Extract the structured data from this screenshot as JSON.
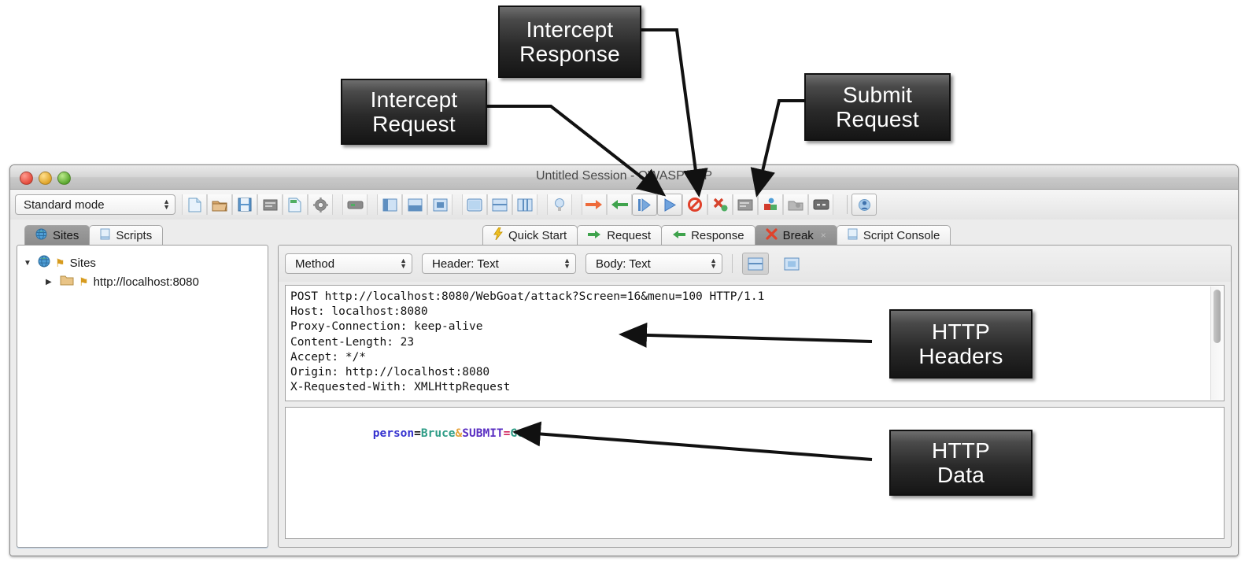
{
  "annotations": [
    {
      "id": "intercept-request",
      "lines": [
        "Intercept",
        "Request"
      ]
    },
    {
      "id": "intercept-response",
      "lines": [
        "Intercept",
        "Response"
      ]
    },
    {
      "id": "submit-request",
      "lines": [
        "Submit",
        "Request"
      ]
    },
    {
      "id": "http-headers",
      "lines": [
        "HTTP",
        "Headers"
      ]
    },
    {
      "id": "http-data",
      "lines": [
        "HTTP",
        "Data"
      ]
    }
  ],
  "window": {
    "title": "Untitled Session - OWASP ZAP",
    "traffic_lights": [
      "close-button",
      "minimize-button",
      "zoom-button"
    ]
  },
  "toolbar": {
    "mode": {
      "value": "Standard mode",
      "stepper": "⌃⌄"
    },
    "buttons": [
      {
        "name": "new-session-icon",
        "title": "New Session"
      },
      {
        "name": "open-session-icon",
        "title": "Open Session"
      },
      {
        "name": "save-session-icon",
        "title": "Save Session"
      },
      {
        "name": "session-properties-icon",
        "title": "Session Properties"
      },
      {
        "name": "snapshot-session-icon",
        "title": "Snapshot Session"
      },
      {
        "name": "options-gear-icon",
        "title": "Options"
      },
      {
        "name": "manage-addons-icon",
        "title": "Manage Add-ons"
      },
      {
        "name": "layout-expand-sites-icon",
        "title": "Expand Sites Tab"
      },
      {
        "name": "layout-expand-info-icon",
        "title": "Expand Information Tabs"
      },
      {
        "name": "layout-full-icon",
        "title": "Full Layout"
      },
      {
        "name": "layout-stacked-icon",
        "title": "Stacked Layout"
      },
      {
        "name": "layout-horizontal-icon",
        "title": "Horizontal Layout"
      },
      {
        "name": "layout-vertical-icon",
        "title": "Vertical Layout"
      },
      {
        "name": "bulb-icon",
        "title": "Show Tips"
      },
      {
        "name": "intercept-request-arrow-icon",
        "title": "Set break on all requests"
      },
      {
        "name": "intercept-response-arrow-icon",
        "title": "Set break on all responses"
      },
      {
        "name": "step-icon",
        "title": "Step"
      },
      {
        "name": "submit-request-icon",
        "title": "Continue / Submit"
      },
      {
        "name": "drop-icon",
        "title": "Drop"
      },
      {
        "name": "break-point-icon",
        "title": "Add a custom break point"
      },
      {
        "name": "scan-policy-icon",
        "title": "Scan Policy"
      },
      {
        "name": "spider-icon",
        "title": "Spider"
      },
      {
        "name": "forced-browse-icon",
        "title": "Forced Browse"
      },
      {
        "name": "fuzz-icon",
        "title": "Fuzzer"
      },
      {
        "name": "help-icon",
        "title": "Help"
      }
    ]
  },
  "left_pane": {
    "tabs": [
      {
        "label": "Sites",
        "icon": "globe-icon",
        "active": true
      },
      {
        "label": "Scripts",
        "icon": "script-icon",
        "active": false
      }
    ],
    "tree": [
      {
        "label": "Sites",
        "twisty": "▼",
        "icon": "globe-icon",
        "flag": "⚑",
        "level": 0
      },
      {
        "label": "http://localhost:8080",
        "twisty": "▶",
        "icon": "folder-icon",
        "flag": "⚑",
        "level": 1
      }
    ]
  },
  "right_pane": {
    "tabs": [
      {
        "label": "Quick Start",
        "icon": "lightning-icon",
        "active": false,
        "closable": false
      },
      {
        "label": "Request",
        "icon": "arrow-right-icon",
        "active": false,
        "closable": false
      },
      {
        "label": "Response",
        "icon": "arrow-left-icon",
        "active": false,
        "closable": false
      },
      {
        "label": "Break",
        "icon": "red-x-icon",
        "active": true,
        "closable": true,
        "close_glyph": "×"
      },
      {
        "label": "Script Console",
        "icon": "script-icon",
        "active": false,
        "closable": false
      }
    ],
    "controls": {
      "method": {
        "value": "Method"
      },
      "header": {
        "value": "Header: Text"
      },
      "body": {
        "value": "Body: Text"
      },
      "view_buttons": [
        {
          "name": "split-view-button",
          "active": true
        },
        {
          "name": "single-view-button",
          "active": false
        }
      ]
    },
    "headers_text": [
      "POST http://localhost:8080/WebGoat/attack?Screen=16&menu=100 HTTP/1.1",
      "Host: localhost:8080",
      "Proxy-Connection: keep-alive",
      "Content-Length: 23",
      "Accept: */*",
      "Origin: http://localhost:8080",
      "X-Requested-With: XMLHttpRequest"
    ],
    "body_tokens": [
      {
        "text": "person",
        "cls": "k-person"
      },
      {
        "text": "=",
        "cls": "k-eq"
      },
      {
        "text": "Bruce",
        "cls": "k-bruce"
      },
      {
        "text": "&",
        "cls": "k-amp"
      },
      {
        "text": "SUBMIT",
        "cls": "k-submit"
      },
      {
        "text": "=",
        "cls": "k-eq2"
      },
      {
        "text": "Go",
        "cls": "k-go"
      },
      {
        "text": "!",
        "cls": "k-bang"
      }
    ]
  },
  "colors": {
    "callout_text": "#ffffff",
    "accent_orange": "#ee6b3b",
    "accent_green": "#3fa34d",
    "accent_blue": "#3c7fd0",
    "accent_red": "#e0402a"
  }
}
